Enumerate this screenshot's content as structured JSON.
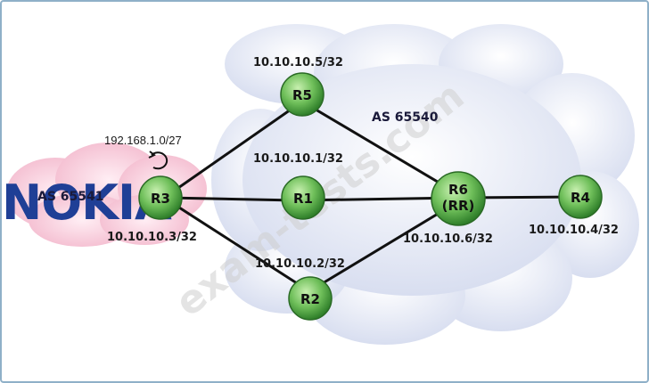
{
  "brand": "NOKIA",
  "watermark": "exam-tests.com",
  "as_labels": {
    "left": "AS 65541",
    "right": "AS 65540"
  },
  "prefix": "192.168.1.0/27",
  "routers": {
    "r1": {
      "name": "R1",
      "ip": "10.10.10.1/32"
    },
    "r2": {
      "name": "R2",
      "ip": "10.10.10.2/32"
    },
    "r3": {
      "name": "R3",
      "ip": "10.10.10.3/32"
    },
    "r4": {
      "name": "R4",
      "ip": "10.10.10.4/32"
    },
    "r5": {
      "name": "R5",
      "ip": "10.10.10.5/32"
    },
    "r6": {
      "name": "R6",
      "name2": "(RR)",
      "ip": "10.10.10.6/32"
    }
  },
  "colors": {
    "router_fill": "#6fbf5a",
    "router_dark": "#2f7f2a",
    "cloud_blue": "#dde3f2",
    "cloud_pink": "#f7c8d8",
    "logo": "#1f3f96"
  }
}
